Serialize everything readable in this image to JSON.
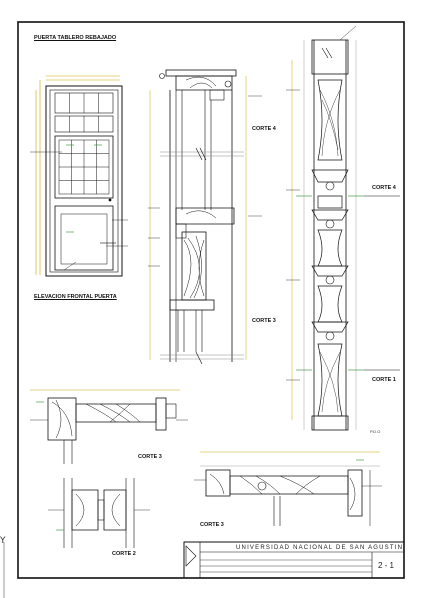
{
  "title": "PUERTA TABLERO REBAJADO",
  "elevation_label": "ELEVACION FRONTAL PUERTA",
  "cuts": {
    "corte4_mid": "CORTE 4",
    "corte4_right": "CORTE 4",
    "corte3_mid": "CORTE 3",
    "corte1_right": "CORTE 1",
    "corte3_left": "CORTE 3",
    "corte3_bottom": "CORTE 3",
    "corte2_left": "CORTE 2"
  },
  "title_block": {
    "university": "UNIVERSIDAD NACIONAL DE SAN AGUSTIN",
    "sheet_number": "2 - 1"
  },
  "marks": {
    "pz": "P.D.O",
    "axis_y": "Y"
  },
  "colors": {
    "ink": "#111111",
    "dim_yellow": "#c8a800",
    "green": "#2a8a2a",
    "grid_gray": "#888888"
  }
}
